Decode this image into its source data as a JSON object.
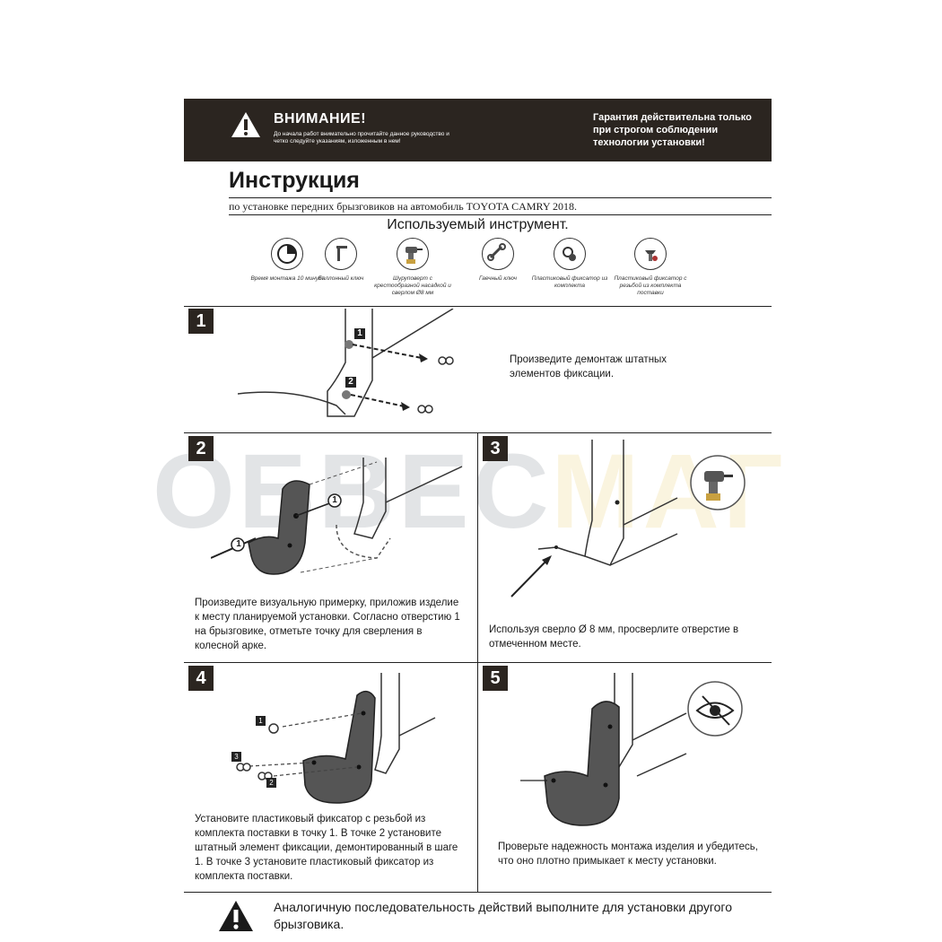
{
  "banner": {
    "title": "ВНИМАНИЕ!",
    "note": "До начала работ внимательно прочитайте данное руководство и четко следуйте указаниям, изложенным в нем!",
    "warranty": "Гарантия действительна только при строгом соблюдении технологии установки!"
  },
  "title": "Инструкция",
  "subtitle": "по установке передних брызговиков на автомобиль TOYOTA CAMRY 2018.",
  "tools": {
    "heading": "Используемый инструмент.",
    "items": [
      {
        "label": "Время монтажа 10 минут",
        "icon": "clock-icon"
      },
      {
        "label": "Баллонный ключ",
        "icon": "wrench-key-icon"
      },
      {
        "label": "Шуруповерт с крестообразной насадкой и сверлом Ø8 мм",
        "icon": "drill-icon"
      },
      {
        "label": "Гаечный ключ",
        "icon": "spanner-icon"
      },
      {
        "label": "Пластиковый фиксатор из комплекта",
        "icon": "clip-icon"
      },
      {
        "label": "Пластиковый фиксатор с резьбой из комплекта поставки",
        "icon": "threaded-clip-icon"
      }
    ]
  },
  "steps": [
    {
      "num": "1",
      "text": "Произведите демонтаж штатных элементов фиксации.",
      "callouts": [
        "1",
        "2"
      ]
    },
    {
      "num": "2",
      "text": "Произведите визуальную примерку, приложив изделие к месту планируемой установки. Согласно отверстию 1 на брызговике, отметьте точку для сверления в колесной арке.",
      "callouts": [
        "1",
        "1"
      ]
    },
    {
      "num": "3",
      "text": "Используя сверло Ø 8 мм, просверлите отверстие в отмеченном месте."
    },
    {
      "num": "4",
      "text": "Установите пластиковый фиксатор с резьбой из комплекта поставки в точку 1. В точке 2 установите штатный элемент фиксации, демонтированный в шаге 1. В точке 3 установите пластиковый фиксатор из комплекта поставки.",
      "callouts": [
        "1",
        "3",
        "2"
      ]
    },
    {
      "num": "5",
      "text": "Проверьте надежность монтажа изделия и убедитесь, что оно плотно примыкает к месту установки."
    }
  ],
  "footer": "Аналогичную последовательность действий выполните для установки другого брызговика.",
  "watermark": {
    "part1": "ОБВЕС",
    "part2": "МАГ"
  },
  "colors": {
    "banner": "#2b2520",
    "watermark_gray": "#9aa0a8",
    "watermark_gold": "#f0d890"
  }
}
